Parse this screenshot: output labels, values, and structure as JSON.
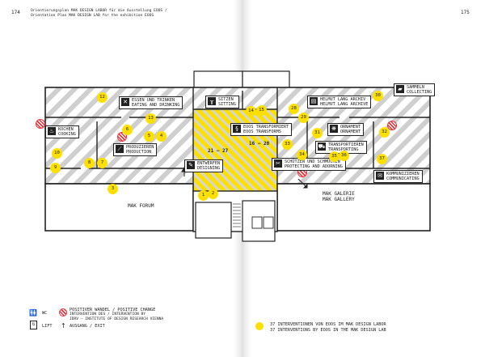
{
  "page_left": {
    "number": "174",
    "caption_line1": "Orientierungsplan MAK DESIGN LABOR für die Ausstellung EOOS /",
    "caption_line2": "Orientation Plan MAK DESIGN LAB for the exhibition EOOS"
  },
  "page_right": {
    "number": "175"
  },
  "colors": {
    "yellow": "#fde000",
    "red": "#e8323c",
    "hatch": "#bdbdbd",
    "ink": "#222222"
  },
  "rooms": {
    "mak_forum": "MAK FORUM",
    "mak_galerie_line1": "MAK GALERIE",
    "mak_galerie_line2": "MAK GALLERY"
  },
  "labels": {
    "essen": {
      "icon": "fork-knife-icon",
      "line1": "ESSEN UND TRINKEN",
      "line2": "EATING AND DRINKING"
    },
    "kochen": {
      "icon": "fire-icon",
      "line1": "KOCHEN",
      "line2": "COOKING"
    },
    "produzieren": {
      "icon": "screwdriver-icon",
      "line1": "PRODUZIEREN",
      "line2": "PRODUCTION"
    },
    "sitzen": {
      "icon": "stool-icon",
      "line1": "SITZEN",
      "line2": "SITTING"
    },
    "transformieren": {
      "icon": "transform-icon",
      "line1": "EOOS TRANSFORMIERT",
      "line2": "EOOS TRANSFORMS"
    },
    "entwerfen": {
      "icon": "pencil-icon",
      "line1": "ENTWERFEN",
      "line2": "DESIGNING"
    },
    "helmut": {
      "icon": "box-icon",
      "line1": "HELMUT LANG ARCHIV",
      "line2": "HELMUT LANG ARCHIVE"
    },
    "sammeln": {
      "icon": "truck-icon",
      "line1": "SAMMELN",
      "line2": "COLLECTING"
    },
    "ornament": {
      "icon": "ornament-icon",
      "line1": "ORNAMENT",
      "line2": "ORNAMENT"
    },
    "transportieren": {
      "icon": "cart-icon",
      "line1": "TRANSPORTIEREN",
      "line2": "TRANSPORTING"
    },
    "schuetzen": {
      "icon": "scissors-icon",
      "line1": "SCHÜTZEN UND SCHMÜCKEN",
      "line2": "PROTECTING AND ADORNING"
    },
    "kommunizieren": {
      "icon": "speech-icon",
      "line1": "KOMMUNIZIEREN",
      "line2": "COMMUNICATING"
    }
  },
  "numbers": {
    "n1": "1",
    "n2": "2",
    "n3": "3",
    "n4": "4",
    "n5": "5",
    "n6": "6",
    "n7": "7",
    "n8": "8",
    "n9": "9",
    "n10": "10",
    "n12": "12",
    "n13": "13",
    "n14": "14",
    "n15": "15",
    "n28": "28",
    "n29": "29",
    "n30": "30",
    "n31": "31",
    "n32": "32",
    "n33": "33",
    "n34": "34",
    "n35": "35",
    "n36": "36",
    "n37": "37",
    "r1620": "16 – 20",
    "r2127": "21 – 27"
  },
  "legend": {
    "wc": "WC",
    "lift": "LIFT",
    "exit": "AUSGANG / EXIT",
    "positive_line1": "POSITIVER WANDEL / POSITIVE CHANGE",
    "positive_line2": "INTERVENTION DES / INTERVENTION BY",
    "positive_line3": "IDRV – INSTITUTE OF DESIGN RESEARCH VIENNA",
    "interventions_line1": "37 INTERVENTIONEN VON EOOS IM MAK DESIGN LABOR",
    "interventions_line2": "37 INTERVENTIONS BY EOOS IN THE MAK DESIGN LAB"
  }
}
